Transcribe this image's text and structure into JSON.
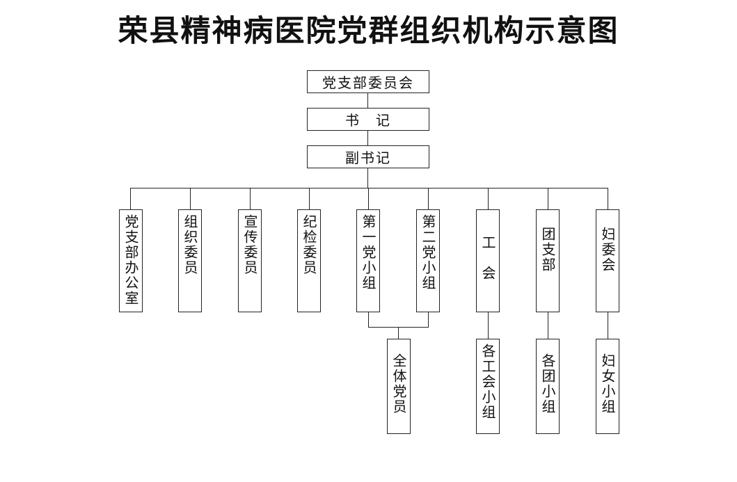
{
  "title": "荣县精神病医院党群组织机构示意图",
  "top": [
    "党支部委员会",
    "书　记",
    "副书记"
  ],
  "units": [
    "党支部办公室",
    "组织委员",
    "宣传委员",
    "纪检委员",
    "第一党小组",
    "第二党小组",
    "工　会",
    "团支部",
    "妇委会"
  ],
  "sub": [
    "全体党员",
    "各工会小组",
    "各团小组",
    "妇女小组"
  ]
}
